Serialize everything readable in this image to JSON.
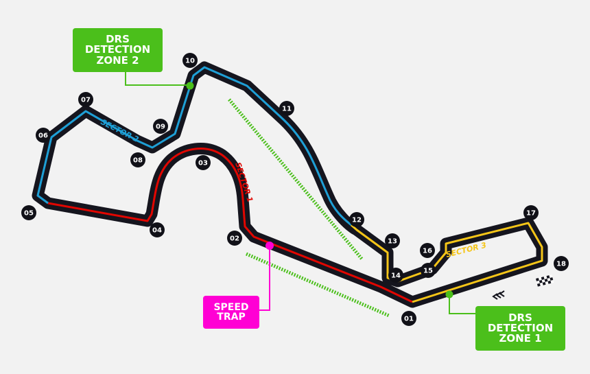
{
  "colors": {
    "background": "#f2f2f2",
    "track": "#15151e",
    "sector1": "#e10600",
    "sector2": "#1e9fd6",
    "sector3": "#f5c518",
    "drs": "#4bbf1b",
    "speed_trap": "#ff00d4",
    "marker": "#111118"
  },
  "icons": {
    "finish": "checkered-flag-icon",
    "direction": "direction-chevrons-icon"
  },
  "sectors": [
    "SECTOR 1",
    "SECTOR 2",
    "SECTOR 3"
  ],
  "corners": [
    "01",
    "02",
    "03",
    "04",
    "05",
    "06",
    "07",
    "08",
    "09",
    "10",
    "11",
    "12",
    "13",
    "14",
    "15",
    "16",
    "17",
    "18"
  ],
  "drs_zones": [
    {
      "lines": [
        "DRS",
        "DETECTION",
        "ZONE 2"
      ]
    },
    {
      "lines": [
        "DRS",
        "DETECTION",
        "ZONE 1"
      ]
    }
  ],
  "speed_trap": {
    "lines": [
      "SPEED",
      "TRAP"
    ]
  }
}
